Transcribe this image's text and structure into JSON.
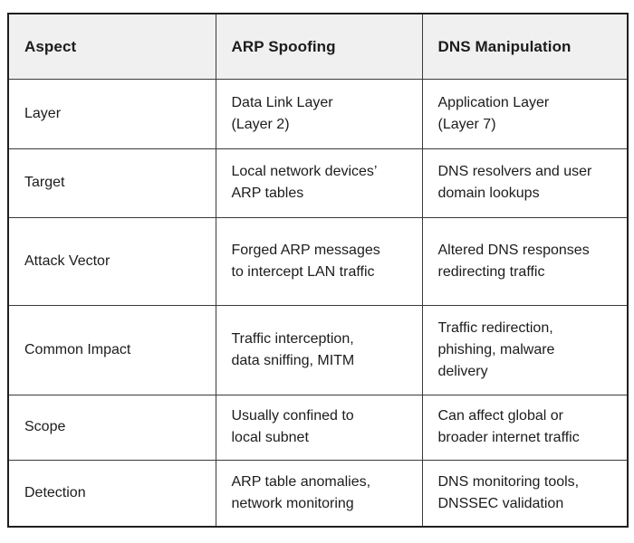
{
  "table": {
    "columns": [
      {
        "label": "Aspect"
      },
      {
        "label": "ARP Spoofing"
      },
      {
        "label": "DNS Manipulation"
      }
    ],
    "rows": [
      {
        "aspect": "Layer",
        "arp": "Data Link Layer\n(Layer 2)",
        "dns": "Application Layer\n(Layer 7)"
      },
      {
        "aspect": "Target",
        "arp": "Local network devices’\nARP tables",
        "dns": "DNS resolvers and user\ndomain lookups"
      },
      {
        "aspect": "Attack Vector",
        "arp": "Forged ARP messages\nto intercept LAN traffic",
        "dns": "Altered DNS responses\nredirecting traffic"
      },
      {
        "aspect": "Common Impact",
        "arp": "Traffic interception,\ndata sniffing, MITM",
        "dns": "Traffic redirection,\nphishing, malware\ndelivery"
      },
      {
        "aspect": "Scope",
        "arp": "Usually confined to\nlocal subnet",
        "dns": "Can affect global or\nbroader internet traffic"
      },
      {
        "aspect": "Detection",
        "arp": "ARP table anomalies,\nnetwork monitoring",
        "dns": "DNS monitoring tools,\nDNSSEC validation"
      }
    ],
    "colors": {
      "header_bg": "#f0f0f0",
      "inner_border": "#3a3a3a",
      "outer_border": "#1f1f1f",
      "text": "#1c1c1c",
      "body_bg": "#ffffff"
    }
  }
}
